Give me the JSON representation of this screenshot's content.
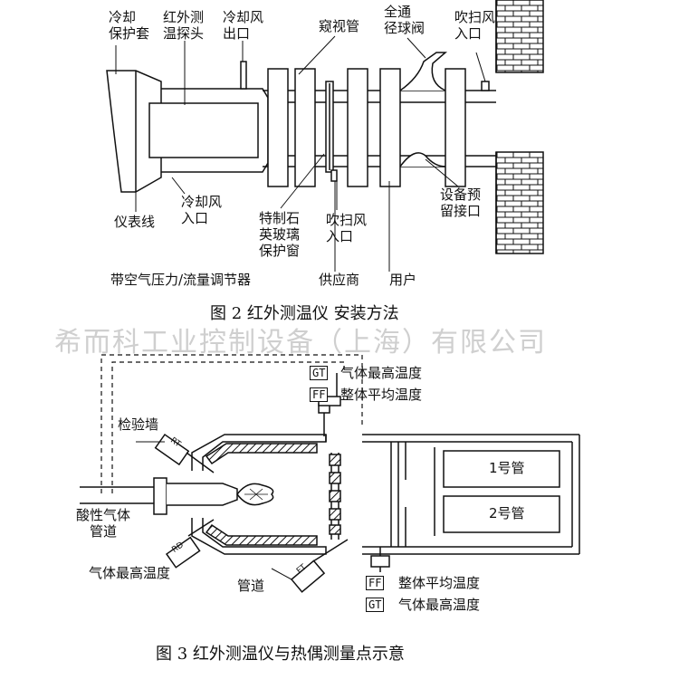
{
  "watermark": "希而科工业控制设备（上海）有限公司",
  "figure2": {
    "caption": "图 2   红外测温仪 安装方法",
    "labels": {
      "cooling_jacket": "冷却\n保护套",
      "ir_probe": "红外测\n温探头",
      "cooling_air_outlet": "冷却风\n出口",
      "sight_tube": "窥视管",
      "ball_valve": "全通\n径球阀",
      "purge_inlet_top": "吹扫风\n入口",
      "instrument_line": "仪表线",
      "cooling_air_inlet": "冷却风\n入口",
      "quartz_window": "特制石\n英玻璃\n保护窗",
      "purge_inlet_bottom": "吹扫风\n入口",
      "reserved_port": "设备预\n留接口",
      "regulator": "带空气压力/流量调节器",
      "supplier": "供应商",
      "user": "用户"
    }
  },
  "figure3": {
    "caption": "图 3   红外测温仪与热偶测量点示意",
    "labels": {
      "inspection_wall": "检验墙",
      "acid_gas_pipe": "酸性气体\n管道",
      "gas_max_temp_left": "气体最高温度",
      "pipe": "管道",
      "tube1": "1号管",
      "tube2": "2号管",
      "top_gt_code": "GT",
      "top_gt_text": "气体最高温度",
      "top_ff_code": "FF",
      "top_ff_text": "整体平均温度",
      "bot_ff_code": "FF",
      "bot_ff_text": "整体平均温度",
      "bot_gt_code": "GT",
      "bot_gt_text": "气体最高温度",
      "sensor_rt": "RT",
      "sensor_rd": "RD",
      "sensor_ft": "FT"
    }
  }
}
